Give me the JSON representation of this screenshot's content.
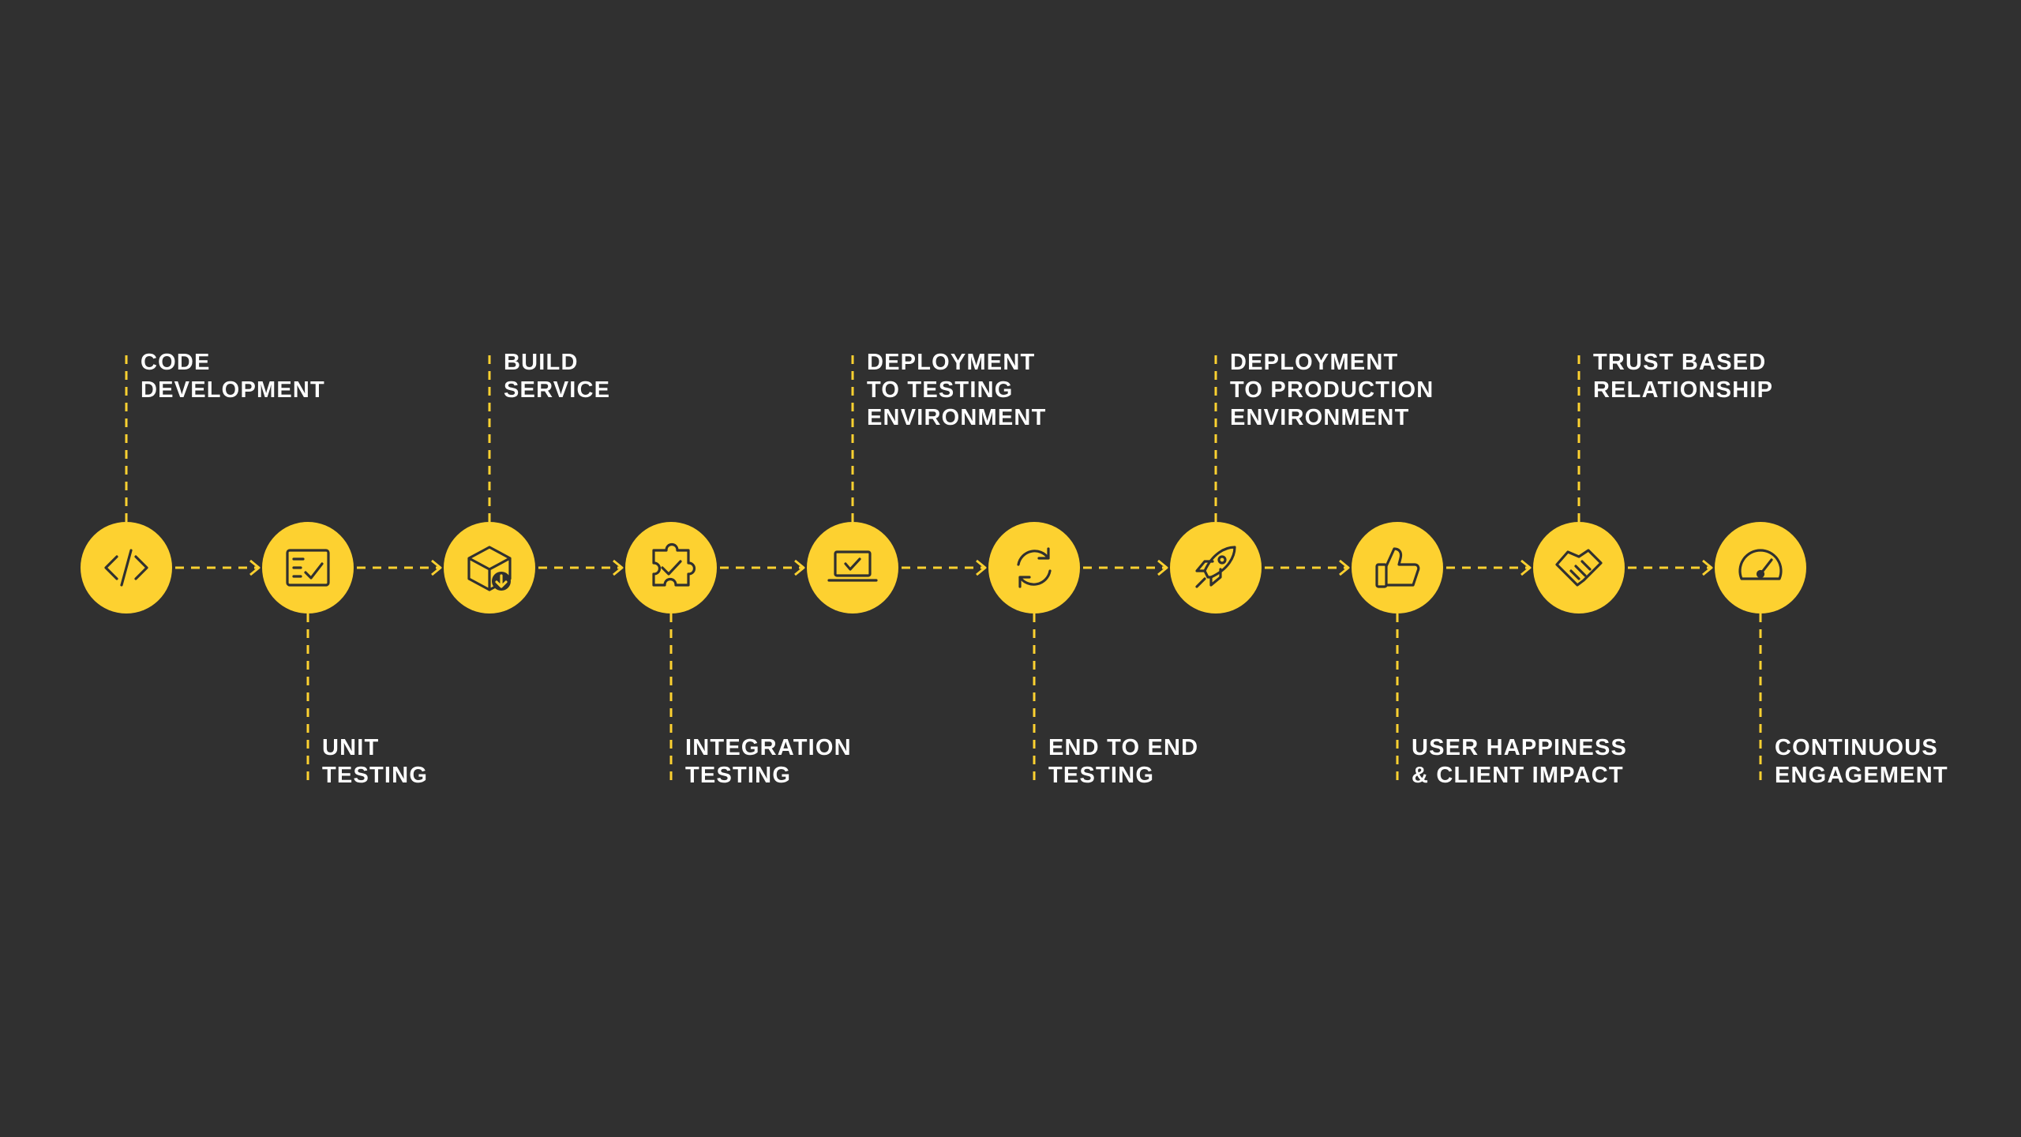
{
  "colors": {
    "background": "#303030",
    "accent": "#FDD130",
    "icon_stroke": "#303030",
    "text": "#ffffff"
  },
  "steps": [
    {
      "icon": "code-icon",
      "label_position": "above",
      "lines": [
        "CODE",
        "DEVELOPMENT"
      ]
    },
    {
      "icon": "checklist-icon",
      "label_position": "below",
      "lines": [
        "UNIT",
        "TESTING"
      ]
    },
    {
      "icon": "package-icon",
      "label_position": "above",
      "lines": [
        "BUILD",
        "SERVICE"
      ]
    },
    {
      "icon": "puzzle-icon",
      "label_position": "below",
      "lines": [
        "INTEGRATION",
        "TESTING"
      ]
    },
    {
      "icon": "laptop-check-icon",
      "label_position": "above",
      "lines": [
        "DEPLOYMENT",
        "TO TESTING",
        "ENVIRONMENT"
      ]
    },
    {
      "icon": "refresh-icon",
      "label_position": "below",
      "lines": [
        "END TO END",
        "TESTING"
      ]
    },
    {
      "icon": "rocket-icon",
      "label_position": "above",
      "lines": [
        "DEPLOYMENT",
        "TO PRODUCTION",
        "ENVIRONMENT"
      ]
    },
    {
      "icon": "thumbs-up-icon",
      "label_position": "below",
      "lines": [
        "USER HAPPINESS",
        "& CLIENT IMPACT"
      ]
    },
    {
      "icon": "handshake-icon",
      "label_position": "above",
      "lines": [
        "TRUST BASED",
        "RELATIONSHIP"
      ]
    },
    {
      "icon": "speedometer-icon",
      "label_position": "below",
      "lines": [
        "CONTINUOUS",
        "ENGAGEMENT"
      ]
    }
  ]
}
